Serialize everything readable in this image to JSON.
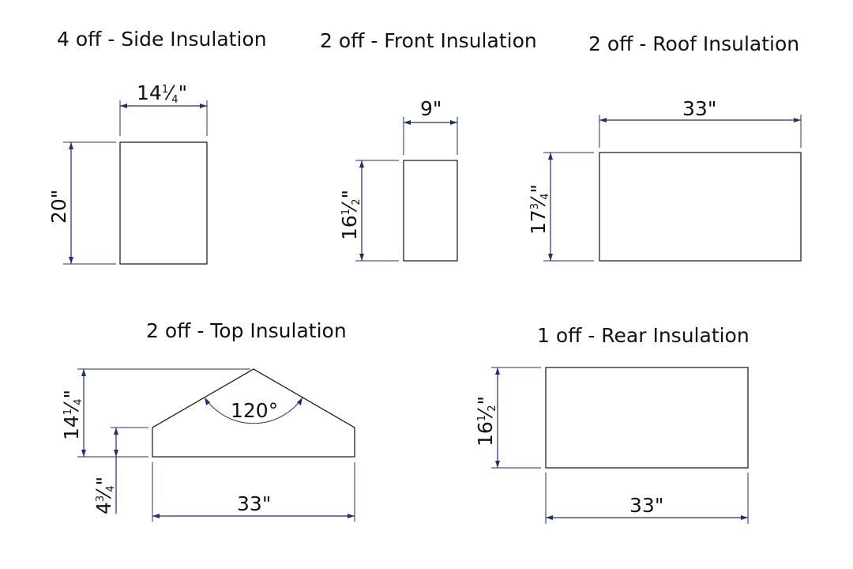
{
  "colors": {
    "dimension": "#20306a",
    "outline": "#222222",
    "text": "#111111",
    "background": "#ffffff"
  },
  "panels": {
    "side": {
      "title": "4 off - Side Insulation",
      "width": {
        "whole": "14",
        "num": "1",
        "den": "4",
        "unit": "\""
      },
      "height": {
        "whole": "20",
        "num": "",
        "den": "",
        "unit": "\""
      }
    },
    "front": {
      "title": "2 off - Front Insulation",
      "width": {
        "whole": "9",
        "num": "",
        "den": "",
        "unit": "\""
      },
      "height": {
        "whole": "16",
        "num": "1",
        "den": "2",
        "unit": "\""
      }
    },
    "roof": {
      "title": "2 off - Roof Insulation",
      "width": {
        "whole": "33",
        "num": "",
        "den": "",
        "unit": "\""
      },
      "height": {
        "whole": "17",
        "num": "3",
        "den": "4",
        "unit": "\""
      }
    },
    "top": {
      "title": "2 off - Top Insulation",
      "width": {
        "whole": "33",
        "num": "",
        "den": "",
        "unit": "\""
      },
      "height": {
        "whole": "14",
        "num": "1",
        "den": "4",
        "unit": "\""
      },
      "edge": {
        "whole": "4",
        "num": "3",
        "den": "4",
        "unit": "\""
      },
      "angle": "120°"
    },
    "rear": {
      "title": "1 off - Rear Insulation",
      "width": {
        "whole": "33",
        "num": "",
        "den": "",
        "unit": "\""
      },
      "height": {
        "whole": "16",
        "num": "1",
        "den": "2",
        "unit": "\""
      }
    }
  }
}
